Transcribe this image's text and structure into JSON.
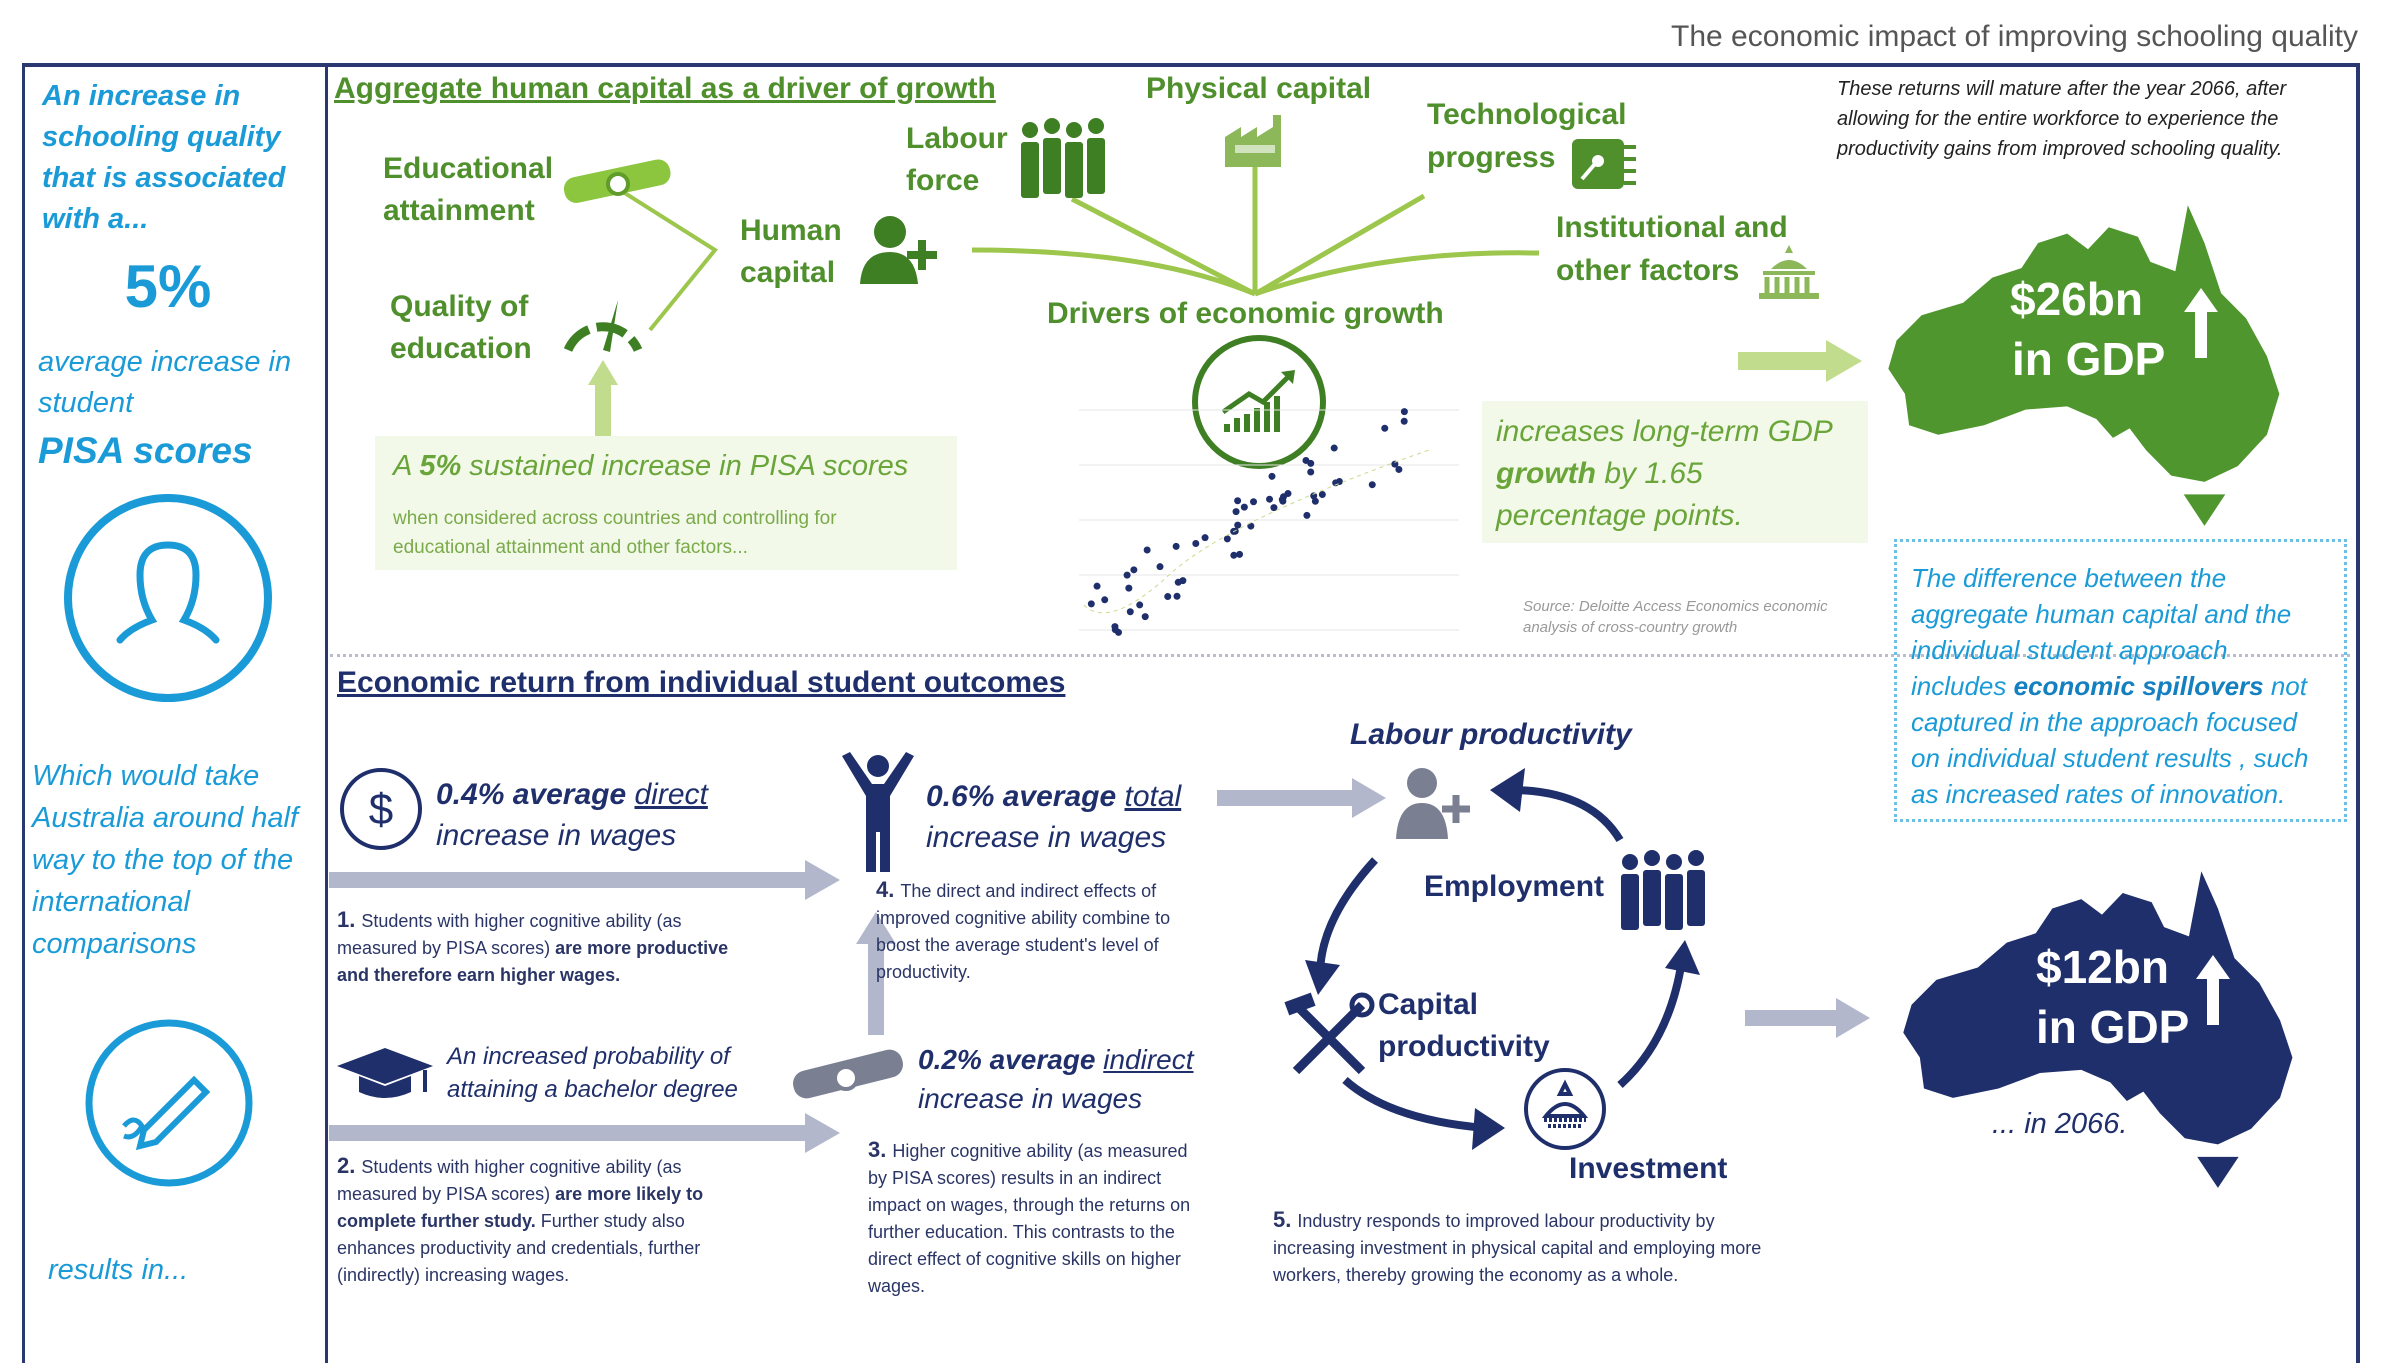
{
  "header": {
    "title": "The economic impact of improving schooling quality"
  },
  "left": {
    "intro": "An increase in schooling quality that is associated with a...",
    "pct": "5%",
    "avg": "average increase in student",
    "pisa": "PISA scores",
    "halfway": "Which would take Australia around half way to the top of the international comparisons",
    "results": "results in..."
  },
  "aggregate": {
    "heading": "Aggregate human capital as a driver of growth",
    "educational_attainment": "Educational attainment",
    "quality_of_education": "Quality of education",
    "human_capital": "Human capital",
    "labour_force": "Labour force",
    "physical_capital": "Physical capital",
    "technological_progress": "Technological progress",
    "institutional": "Institutional and other factors",
    "drivers": "Drivers of economic growth",
    "pisa_box_a": "A ",
    "pisa_box_b": "5%",
    "pisa_box_c": " sustained increase in PISA scores",
    "pisa_box_sub": "when considered across countries and controlling for educational attainment and other factors...",
    "gdp_growth_a": "increases long-term GDP ",
    "gdp_growth_b": "growth",
    "gdp_growth_c": " by 1.65 percentage points.",
    "source": "Source: Deloitte Access Economics economic analysis of cross-country growth",
    "returns_note": "These returns will mature after the year 2066, after allowing for the entire workforce to experience the productivity gains from improved schooling quality.",
    "gdp_value": "$26bn",
    "gdp_label": "in GDP",
    "gdp_year": "... in 2066.",
    "difference_a": "The difference between the aggregate human capital and the individual student approach includes ",
    "difference_b": "economic spillovers",
    "difference_c": " not captured in the approach focused on individual student results , such as increased rates of innovation."
  },
  "individual": {
    "heading": "Economic return from individual student outcomes",
    "direct_a": "0.4% average ",
    "direct_b": "direct",
    "direct_c": " increase in wages",
    "total_a": "0.6% average ",
    "total_b": "total",
    "total_c": " increase in wages",
    "indirect_a": "0.2% average ",
    "indirect_b": "indirect",
    "indirect_c": " increase in wages",
    "bachelor": "An increased probability of attaining a bachelor degree",
    "step1_n": "1.",
    "step1_a": "Students with higher cognitive ability (as measured by PISA scores) ",
    "step1_b": "are more productive and therefore earn higher wages.",
    "step2_n": "2.",
    "step2_a": "Students with higher cognitive ability (as measured by PISA scores) ",
    "step2_b": "are more likely to complete further study.",
    "step2_c": " Further study also enhances productivity and credentials, further (indirectly) increasing wages.",
    "step3_n": "3.",
    "step3": "Higher cognitive ability (as measured by PISA scores) results in an indirect impact on wages, through the returns on further education. This contrasts to the direct effect of cognitive skills on higher wages.",
    "step4_n": "4.",
    "step4": "The direct and indirect effects of improved cognitive ability combine to boost the average student's level of productivity.",
    "step5_n": "5.",
    "step5": "Industry responds to improved labour productivity by increasing investment in physical capital and employing more workers, thereby growing the economy as a whole.",
    "labour_productivity": "Labour productivity",
    "employment": "Employment",
    "capital_productivity": "Capital productivity",
    "investment": "Investment",
    "gdp_value": "$12bn",
    "gdp_label": "in GDP",
    "gdp_year": "... in 2066."
  },
  "colors": {
    "green": "#4f8f2c",
    "light_green": "#a9cf5c",
    "blue": "#1a9bd7",
    "navy": "#1f2f6b",
    "grey_arrow": "#b3b7cc"
  }
}
